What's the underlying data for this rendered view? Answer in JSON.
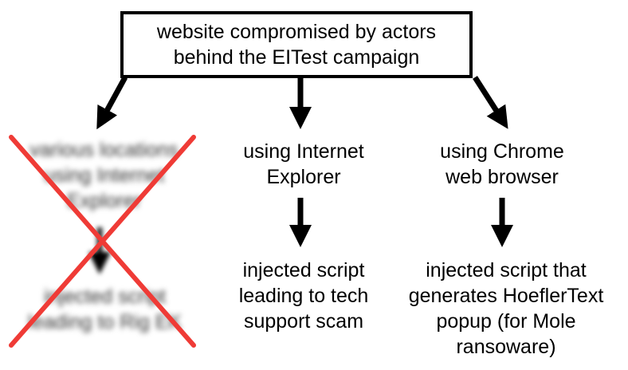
{
  "root": {
    "label": "website compromised by actors\nbehind the EITest campaign"
  },
  "branches": [
    {
      "id": "left",
      "source": "various locations\nusing Internet\nExplorer",
      "result": "injected script\nleading to Rig EK",
      "crossed_out": true,
      "blurred": true
    },
    {
      "id": "middle",
      "source": "using Internet\nExplorer",
      "result": "injected script\nleading to tech\nsupport scam"
    },
    {
      "id": "right",
      "source": "using Chrome\nweb browser",
      "result": "injected script that\ngenerates HoeflerText\npopup (for Mole\nransoware)"
    }
  ],
  "colors": {
    "cross": "#ef3b36",
    "arrow": "#000000"
  }
}
